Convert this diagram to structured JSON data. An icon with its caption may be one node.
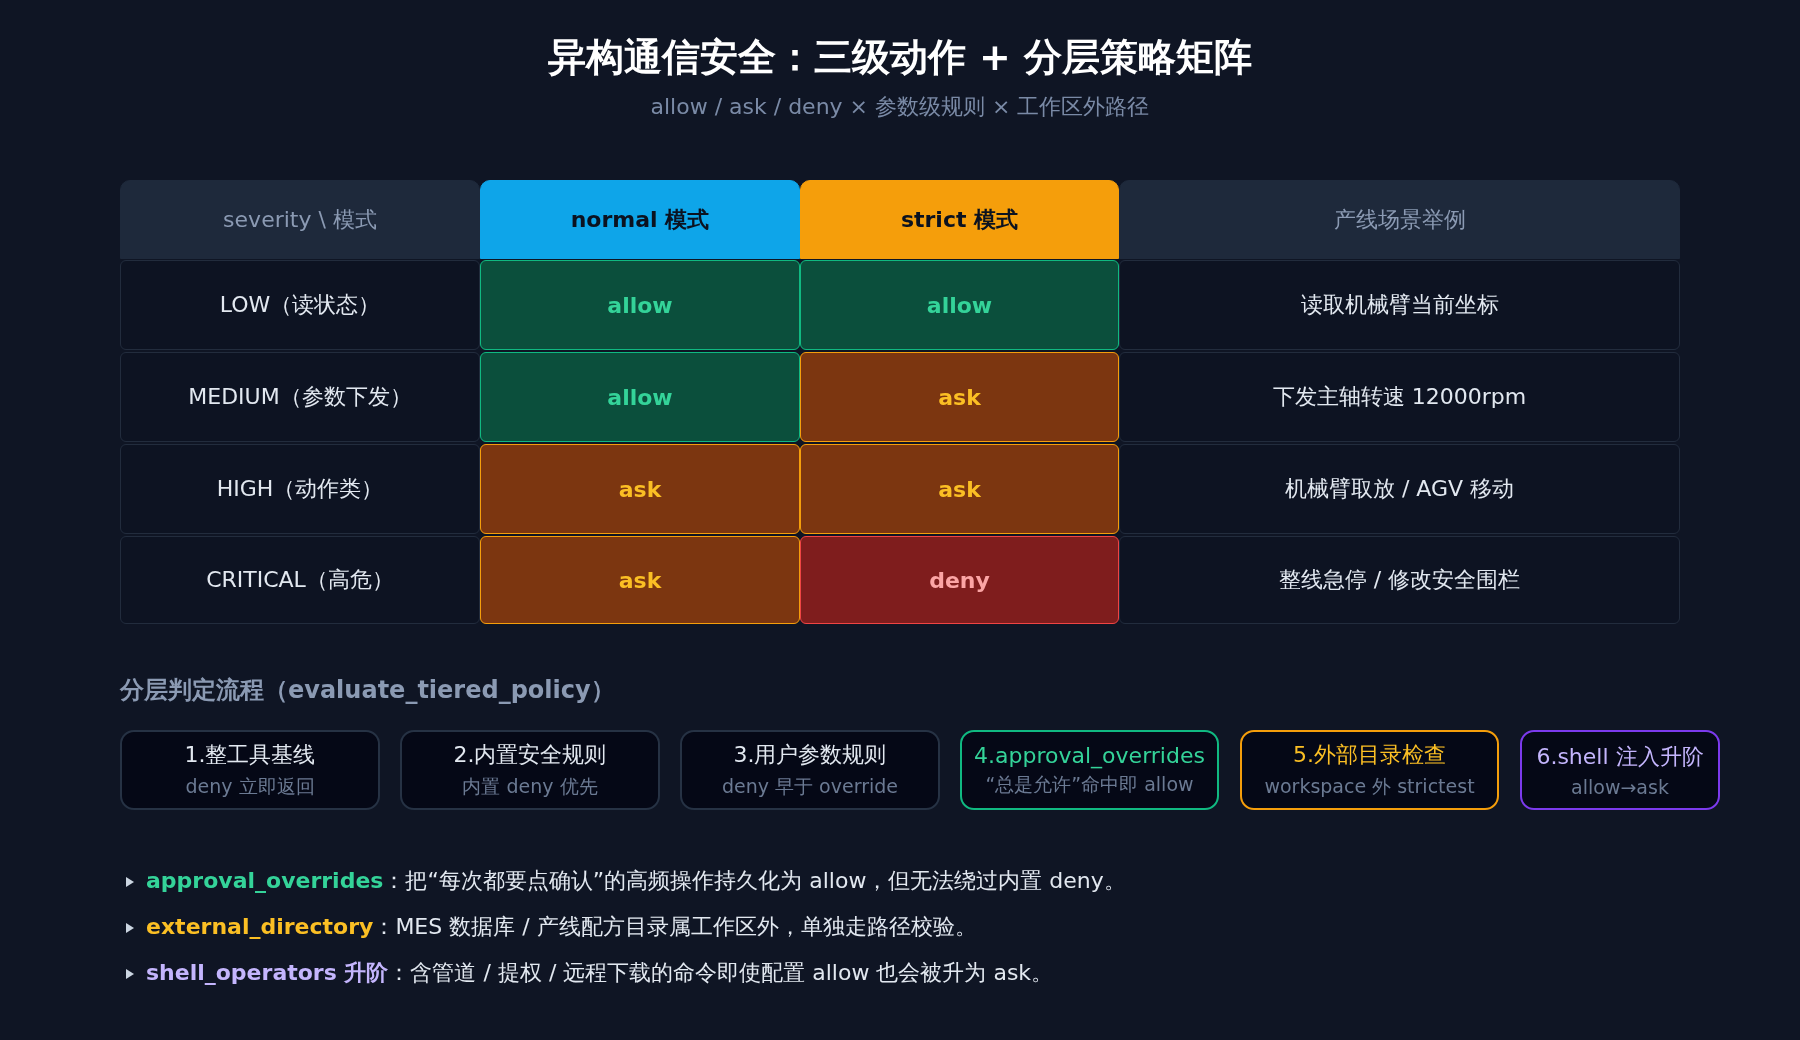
{
  "diagram": {
    "title": "异构通信安全：三级动作 + 分层策略矩阵",
    "nodes": [
      {
        "text": [
          "severity \\ 模式"
        ]
      },
      {
        "text": [
          "normal 模式"
        ]
      },
      {
        "text": [
          "strict 模式"
        ]
      },
      {
        "text": [
          "产线场景举例"
        ]
      },
      {
        "text": [
          "LOW（读状态）"
        ]
      },
      {
        "text": [
          "allow"
        ]
      },
      {
        "text": [
          "allow"
        ]
      },
      {
        "text": [
          "读取机械臂当前坐标"
        ]
      },
      {
        "text": [
          "MEDIUM（参数下发）"
        ]
      },
      {
        "text": [
          "allow"
        ]
      },
      {
        "text": [
          "ask"
        ]
      },
      {
        "text": [
          "下发主轴转速 12000rpm"
        ]
      },
      {
        "text": [
          "HIGH（动作类）"
        ]
      },
      {
        "text": [
          "ask"
        ]
      },
      {
        "text": [
          "ask"
        ]
      },
      {
        "text": [
          "机械臂取放 / AGV 移动"
        ]
      },
      {
        "text": [
          "CRITICAL（高危）"
        ]
      },
      {
        "text": [
          "ask"
        ]
      },
      {
        "text": [
          "deny"
        ]
      },
      {
        "text": [
          "整线急停 / 修改安全围栏"
        ]
      },
      {
        "text": [
          "1.整工具基线",
          "deny 立即返回"
        ]
      },
      {
        "text": [
          "2.内置安全规则",
          "内置 deny 优先"
        ]
      },
      {
        "text": [
          "3.用户参数规则",
          "deny 早于 override"
        ]
      },
      {
        "text": [
          "4.approval_overrides",
          "“总是允许”命中即 allow"
        ]
      },
      {
        "text": [
          "5.外部目录检查",
          "workspace 外 strictest"
        ]
      },
      {
        "text": [
          "6.shell 注入升阶",
          "allow→ask"
        ]
      }
    ],
    "labels": [
      "allow / ask / deny × 参数级规则 × 工作区外路径",
      "分层判定流程（evaluate_tiered_policy）",
      "**approval_overrides**：把“每次都要点确认”的高频操作持久化为 allow，但无法绕过内置 deny。",
      "**external_directory**：MES 数据库 / 产线配方目录属工作区外，单独走路径校验。",
      "**shell_operators 升阶**：含管道 / 提权 / 远程下载的命令即使配置 allow 也会被升为 ask。"
    ]
  }
}
